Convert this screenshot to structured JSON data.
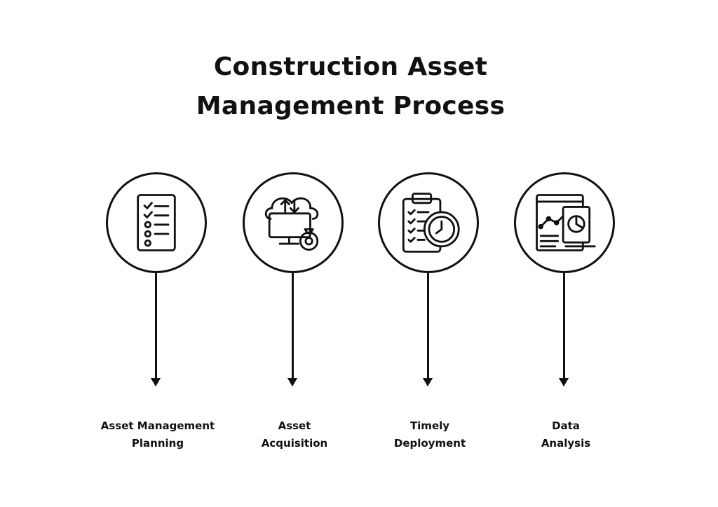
{
  "title": {
    "line1": "Construction Asset",
    "line2": "Management Process"
  },
  "steps": [
    {
      "label_line1": "Asset Management",
      "label_line2": "Planning",
      "icon": "checklist-icon"
    },
    {
      "label_line1": "Asset",
      "label_line2": "Acquisition",
      "icon": "cloud-computer-money-gear-icon"
    },
    {
      "label_line1": "Timely",
      "label_line2": "Deployment",
      "icon": "clipboard-clock-icon"
    },
    {
      "label_line1": "Data",
      "label_line2": "Analysis",
      "icon": "analytics-report-icon"
    }
  ],
  "colors": {
    "ink": "#111111",
    "background": "#ffffff"
  }
}
